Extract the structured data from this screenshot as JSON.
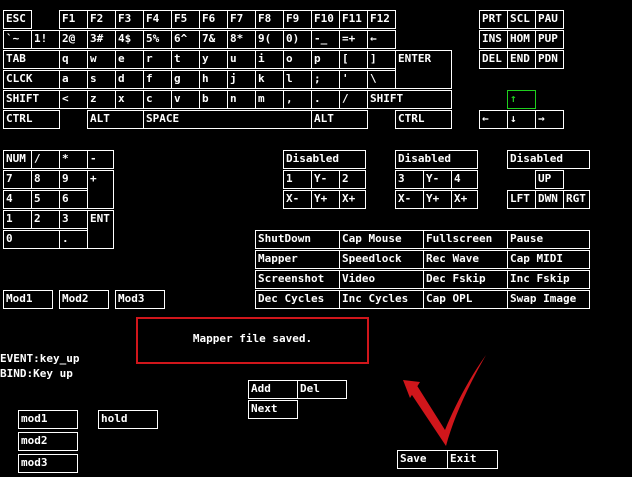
{
  "keyboard": {
    "row_fn": [
      "ESC",
      "F1",
      "F2",
      "F3",
      "F4",
      "F5",
      "F6",
      "F7",
      "F8",
      "F9",
      "F10",
      "F11",
      "F12"
    ],
    "row_num": [
      "`~",
      "1!",
      "2@",
      "3#",
      "4$",
      "5%",
      "6^",
      "7&",
      "8*",
      "9(",
      "0)",
      "-_",
      "=+",
      "←"
    ],
    "row_tab": [
      "TAB",
      "q",
      "w",
      "e",
      "r",
      "t",
      "y",
      "u",
      "i",
      "o",
      "p",
      "[",
      "]",
      "ENTER"
    ],
    "row_caps": [
      "CLCK",
      "a",
      "s",
      "d",
      "f",
      "g",
      "h",
      "j",
      "k",
      "l",
      ";",
      "'",
      "\\"
    ],
    "row_shift": [
      "SHIFT",
      "<",
      "z",
      "x",
      "c",
      "v",
      "b",
      "n",
      "m",
      ",",
      ".",
      "/",
      "SHIFT"
    ],
    "row_ctrl": [
      "CTRL",
      "ALT",
      "SPACE",
      "ALT",
      "CTRL"
    ]
  },
  "nav": {
    "row1": [
      "PRT",
      "SCL",
      "PAU"
    ],
    "row2": [
      "INS",
      "HOM",
      "PUP"
    ],
    "row3": [
      "DEL",
      "END",
      "PDN"
    ],
    "arrows": [
      "↑",
      "←",
      "↓",
      "→"
    ]
  },
  "numpad": {
    "keys": [
      "NUM",
      "/",
      "*",
      "-",
      "7",
      "8",
      "9",
      "+",
      "4",
      "5",
      "6",
      "1",
      "2",
      "3",
      "ENT",
      "0",
      "."
    ]
  },
  "joysticks": {
    "j1": [
      "Disabled",
      "1",
      "Y-",
      "2",
      "X-",
      "Y+",
      "X+"
    ],
    "j2": [
      "Disabled",
      "3",
      "Y-",
      "4",
      "X-",
      "Y+",
      "X+"
    ],
    "j3": [
      "Disabled",
      "UP",
      "LFT",
      "DWN",
      "RGT"
    ]
  },
  "functions": [
    [
      "ShutDown",
      "Cap Mouse",
      "Fullscreen",
      "Pause"
    ],
    [
      "Mapper",
      "Speedlock",
      "Rec Wave",
      "Cap MIDI"
    ],
    [
      "Screenshot",
      "Video",
      "Dec Fskip",
      "Inc Fskip"
    ],
    [
      "Dec Cycles",
      "Inc Cycles",
      "Cap OPL",
      "Swap Image"
    ]
  ],
  "mods": [
    "Mod1",
    "Mod2",
    "Mod3"
  ],
  "message": "Mapper file saved.",
  "event": {
    "line1": "EVENT:key_up",
    "line2": "BIND:Key up"
  },
  "bind_buttons": {
    "add": "Add",
    "del": "Del",
    "next": "Next"
  },
  "modifiers": {
    "mod1": "mod1",
    "mod2": "mod2",
    "mod3": "mod3",
    "hold": "hold"
  },
  "actions": {
    "save": "Save",
    "exit": "Exit"
  },
  "colors": {
    "background": "#000000",
    "foreground": "#ffffff",
    "selected": "#1fcf1f",
    "message_border": "#d0161b"
  }
}
